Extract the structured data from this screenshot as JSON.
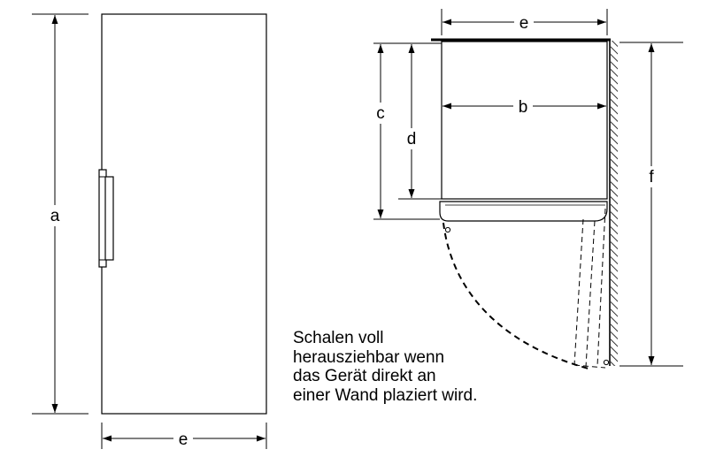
{
  "labels": {
    "a": "a",
    "b": "b",
    "c": "c",
    "d": "d",
    "e_front": "e",
    "e_top": "e",
    "f": "f"
  },
  "note": {
    "lines": [
      "Schalen voll",
      "herausziehbar wenn",
      "das Gerät direkt an",
      "einer Wand plaziert wird."
    ]
  }
}
